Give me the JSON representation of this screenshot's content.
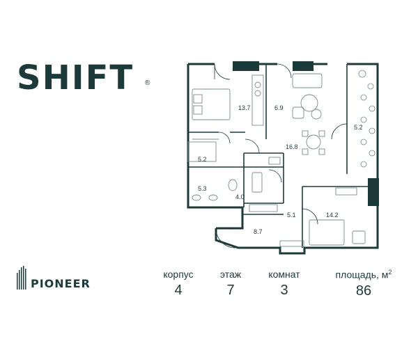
{
  "brand": {
    "logo_text": "SHIFT",
    "registered_mark": "®"
  },
  "developer": {
    "name": "PIONEER"
  },
  "plan": {
    "rooms": [
      {
        "id": "bedroom-1",
        "area": "13.7"
      },
      {
        "id": "kitchen",
        "area": "6.9"
      },
      {
        "id": "living",
        "area": "16.8"
      },
      {
        "id": "balcony",
        "area": "5.2"
      },
      {
        "id": "wardrobe",
        "area": "5.2"
      },
      {
        "id": "bath-1",
        "area": "5.3"
      },
      {
        "id": "bath-2",
        "area": "4.0"
      },
      {
        "id": "corridor",
        "area": "5.1"
      },
      {
        "id": "bedroom-2",
        "area": "14.2"
      },
      {
        "id": "hall",
        "area": "8.7"
      }
    ]
  },
  "stats": {
    "korpus": {
      "label": "корпус",
      "value": "4"
    },
    "etazh": {
      "label": "этаж",
      "value": "7"
    },
    "komnat": {
      "label": "комнат",
      "value": "3"
    },
    "ploshad": {
      "label": "площадь, м",
      "superscript": "2",
      "value": "86"
    }
  },
  "colors": {
    "ink": "#1d3a3a",
    "wall": "#1d3a3a",
    "furniture": "#7a8c8c"
  }
}
